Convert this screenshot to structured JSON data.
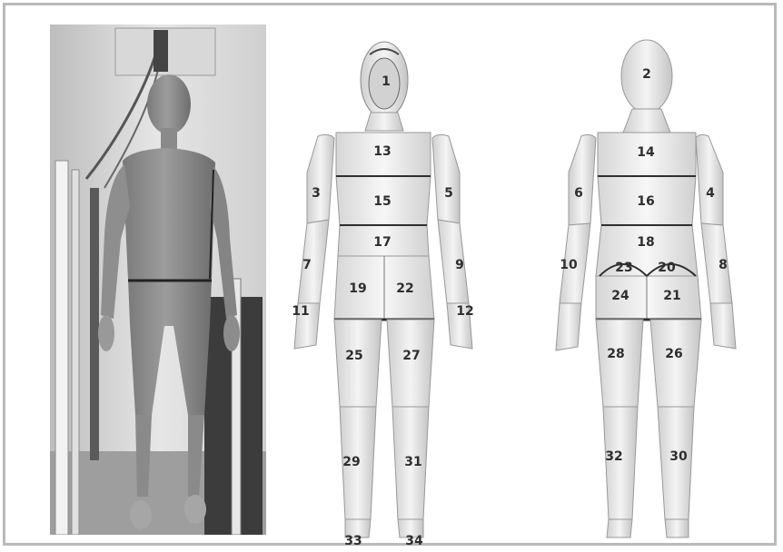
{
  "figure": {
    "front_segments": [
      "1",
      "3",
      "5",
      "7",
      "9",
      "11",
      "12",
      "13",
      "15",
      "17",
      "19",
      "22",
      "25",
      "27",
      "29",
      "31",
      "33",
      "34"
    ],
    "back_segments": [
      "2",
      "4",
      "6",
      "8",
      "10",
      "14",
      "16",
      "18",
      "20",
      "21",
      "23",
      "24",
      "26",
      "28",
      "30",
      "32"
    ]
  },
  "colors": {
    "frame": "#b9b9b9",
    "body_fill": "#e9e9e9",
    "seam": "#3a3a3a",
    "photo_bg": "#cfcfcf"
  }
}
